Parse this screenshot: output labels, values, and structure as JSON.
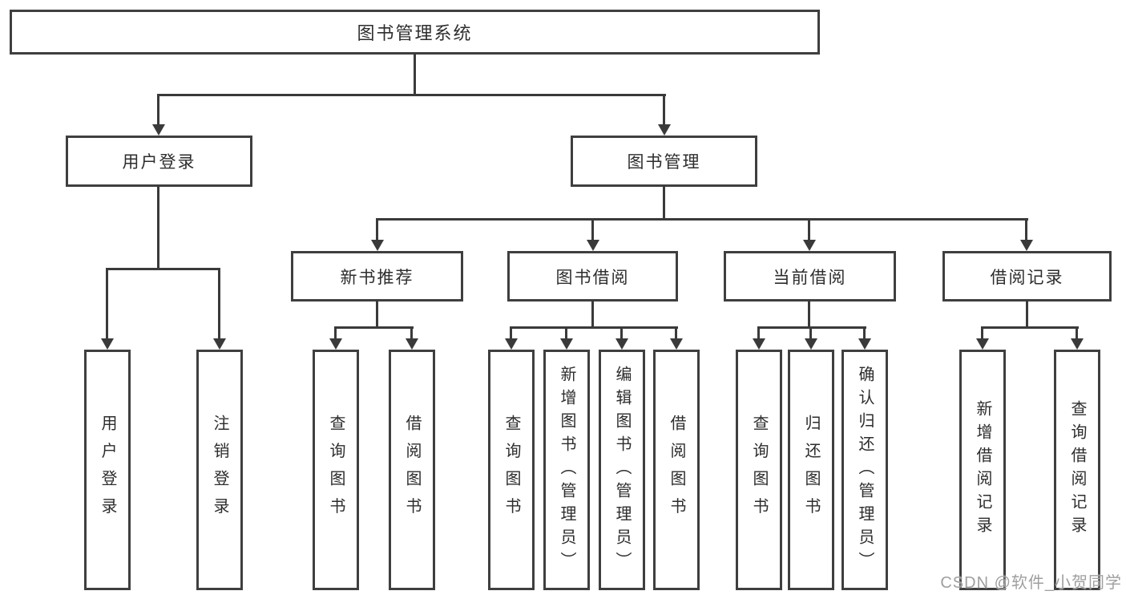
{
  "tree": {
    "label": "图书管理系统",
    "children": [
      {
        "label": "用户登录",
        "children": [
          {
            "label": "用户登录"
          },
          {
            "label": "注销登录"
          }
        ]
      },
      {
        "label": "图书管理",
        "children": [
          {
            "label": "新书推荐",
            "children": [
              {
                "label": "查询图书"
              },
              {
                "label": "借阅图书"
              }
            ]
          },
          {
            "label": "图书借阅",
            "children": [
              {
                "label": "查询图书"
              },
              {
                "label": "新增图书（管理员）"
              },
              {
                "label": "编辑图书（管理员）"
              },
              {
                "label": "借阅图书"
              }
            ]
          },
          {
            "label": "当前借阅",
            "children": [
              {
                "label": "查询图书"
              },
              {
                "label": "归还图书"
              },
              {
                "label": "确认归还（管理员）"
              }
            ]
          },
          {
            "label": "借阅记录",
            "children": [
              {
                "label": "新增借阅记录"
              },
              {
                "label": "查询借阅记录"
              }
            ]
          }
        ]
      }
    ]
  },
  "watermark": "CSDN @软件_小贺同学",
  "colors": {
    "line": "#3a3a3a",
    "box_border": "#3f3f3f",
    "text": "#2d2d2d",
    "watermark": "#9f9f9f",
    "background": "#ffffff"
  }
}
